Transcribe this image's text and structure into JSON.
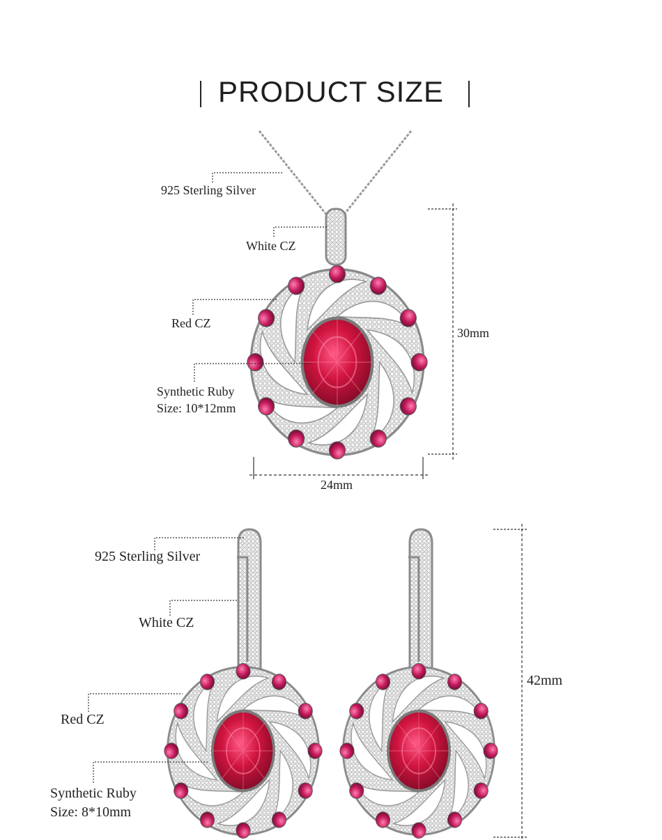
{
  "header": {
    "title": "PRODUCT SIZE"
  },
  "pendant": {
    "labels": {
      "silver": "925 Sterling Silver",
      "white_cz": "White CZ",
      "red_cz": "Red CZ",
      "ruby_line1": "Synthetic Ruby",
      "ruby_line2": "Size: 10*12mm"
    },
    "height": "30mm",
    "width": "24mm"
  },
  "earrings": {
    "labels": {
      "silver": "925 Sterling Silver",
      "white_cz": "White CZ",
      "red_cz": "Red CZ",
      "ruby_line1": "Synthetic Ruby",
      "ruby_line2": "Size: 8*10mm"
    },
    "height": "42mm"
  },
  "colors": {
    "ruby": "#d0143f",
    "ruby_dark": "#8c0b2a",
    "silver": "#c9c9c9",
    "silver_dark": "#8e8e8e",
    "accent_pink": "#c21a5c"
  }
}
